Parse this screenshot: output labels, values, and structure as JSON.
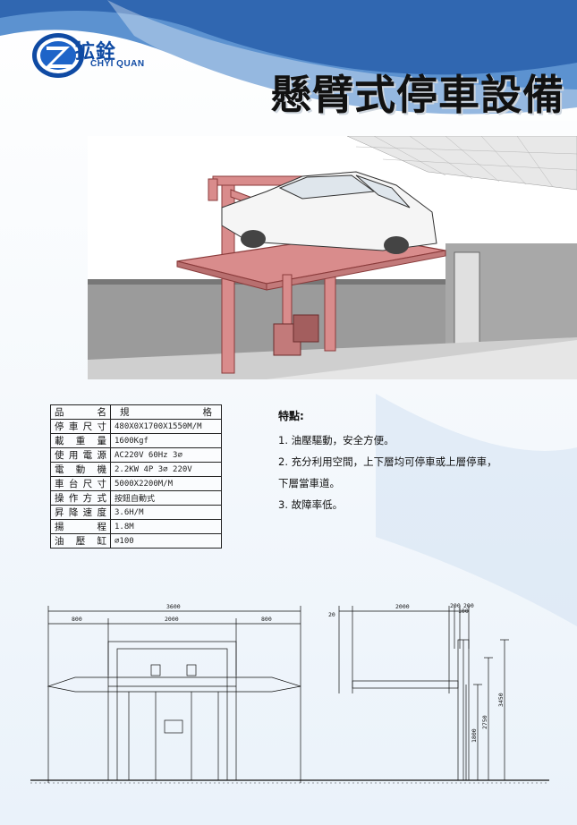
{
  "header": {
    "logo_cn": "拡銓",
    "logo_en": "CHYI QUAN",
    "title": "懸臂式停車設備"
  },
  "spec_table": {
    "header": {
      "item": "品名",
      "spec": "規格"
    },
    "rows": [
      {
        "label": "停車尺寸",
        "value": "480X0X1700X1550M/M"
      },
      {
        "label": "載重量",
        "value": "1600Kgf"
      },
      {
        "label": "使用電源",
        "value": "AC220V 60Hz 3⌀"
      },
      {
        "label": "電動機",
        "value": "2.2KW 4P 3⌀ 220V"
      },
      {
        "label": "車台尺寸",
        "value": "5000X2200M/M"
      },
      {
        "label": "操作方式",
        "value": "按鈕自動式"
      },
      {
        "label": "昇降速度",
        "value": "3.6H/M"
      },
      {
        "label": "揚程",
        "value": "1.8M"
      },
      {
        "label": "油壓缸",
        "value": "⌀100"
      }
    ]
  },
  "features": {
    "title": "特點:",
    "items": [
      "1. 油壓驅動，安全方便。",
      "2. 充分利用空間，上下層均可停車或上層停車，",
      "下層當車道。",
      "3. 故障率低。"
    ]
  },
  "drawing": {
    "front": {
      "overall": "3600",
      "left": "800",
      "center": "2000",
      "right": "800"
    },
    "side": {
      "offset": "20",
      "width": "2000",
      "small_a": "200",
      "small_b": "100",
      "small_c": "200",
      "h_low": "1800",
      "h_mid": "2750",
      "h_high": "3450"
    }
  },
  "colors": {
    "frame": "#d98c8c",
    "frame_stroke": "#8a3b3b",
    "brand_blue": "#0f4aa3"
  }
}
